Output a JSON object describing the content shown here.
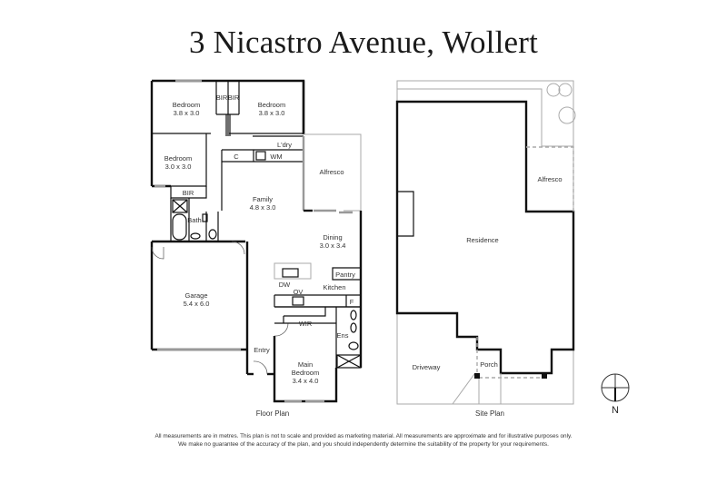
{
  "title": "3 Nicastro Avenue, Wollert",
  "floor_plan": {
    "caption": "Floor Plan",
    "rooms": {
      "bedroom2": {
        "name": "Bedroom",
        "size": "3.8 x 3.0"
      },
      "bedroom3": {
        "name": "Bedroom",
        "size": "3.8 x 3.0"
      },
      "bedroom4": {
        "name": "Bedroom",
        "size": "3.0 x 3.0"
      },
      "family": {
        "name": "Family",
        "size": "4.8 x 3.0"
      },
      "dining": {
        "name": "Dining",
        "size": "3.0 x 3.4"
      },
      "garage": {
        "name": "Garage",
        "size": "5.4 x 6.0"
      },
      "main_bedroom": {
        "name1": "Main",
        "name2": "Bedroom",
        "size": "3.4 x 4.0"
      },
      "alfresco": {
        "name": "Alfresco"
      },
      "laundry": {
        "name": "L'dry"
      },
      "kitchen": {
        "name": "Kitchen"
      },
      "pantry": {
        "name": "Pantry"
      },
      "bath": {
        "name": "Bath"
      },
      "entry": {
        "name": "Entry"
      },
      "ensuite": {
        "name": "Ens"
      },
      "wir": {
        "name": "WIR"
      }
    },
    "fixtures": {
      "bir1": "BIR",
      "bir2": "BIR",
      "bir3": "BIR",
      "cupboard": "C",
      "washing_machine": "WM",
      "dishwasher": "DW",
      "oven": "OV",
      "fridge": "F"
    }
  },
  "site_plan": {
    "caption": "Site Plan",
    "areas": {
      "residence": "Residence",
      "alfresco": "Alfresco",
      "driveway": "Driveway",
      "porch": "Porch"
    }
  },
  "compass": {
    "label": "N"
  },
  "disclaimer": {
    "line1": "All measurements are in metres. This plan is not to scale and provided as marketing material. All measurements are approximate and for illustrative purposes only.",
    "line2": "We make no guarantee of the accuracy of the plan, and you should independently determine the suitability of the property for your requirements."
  }
}
